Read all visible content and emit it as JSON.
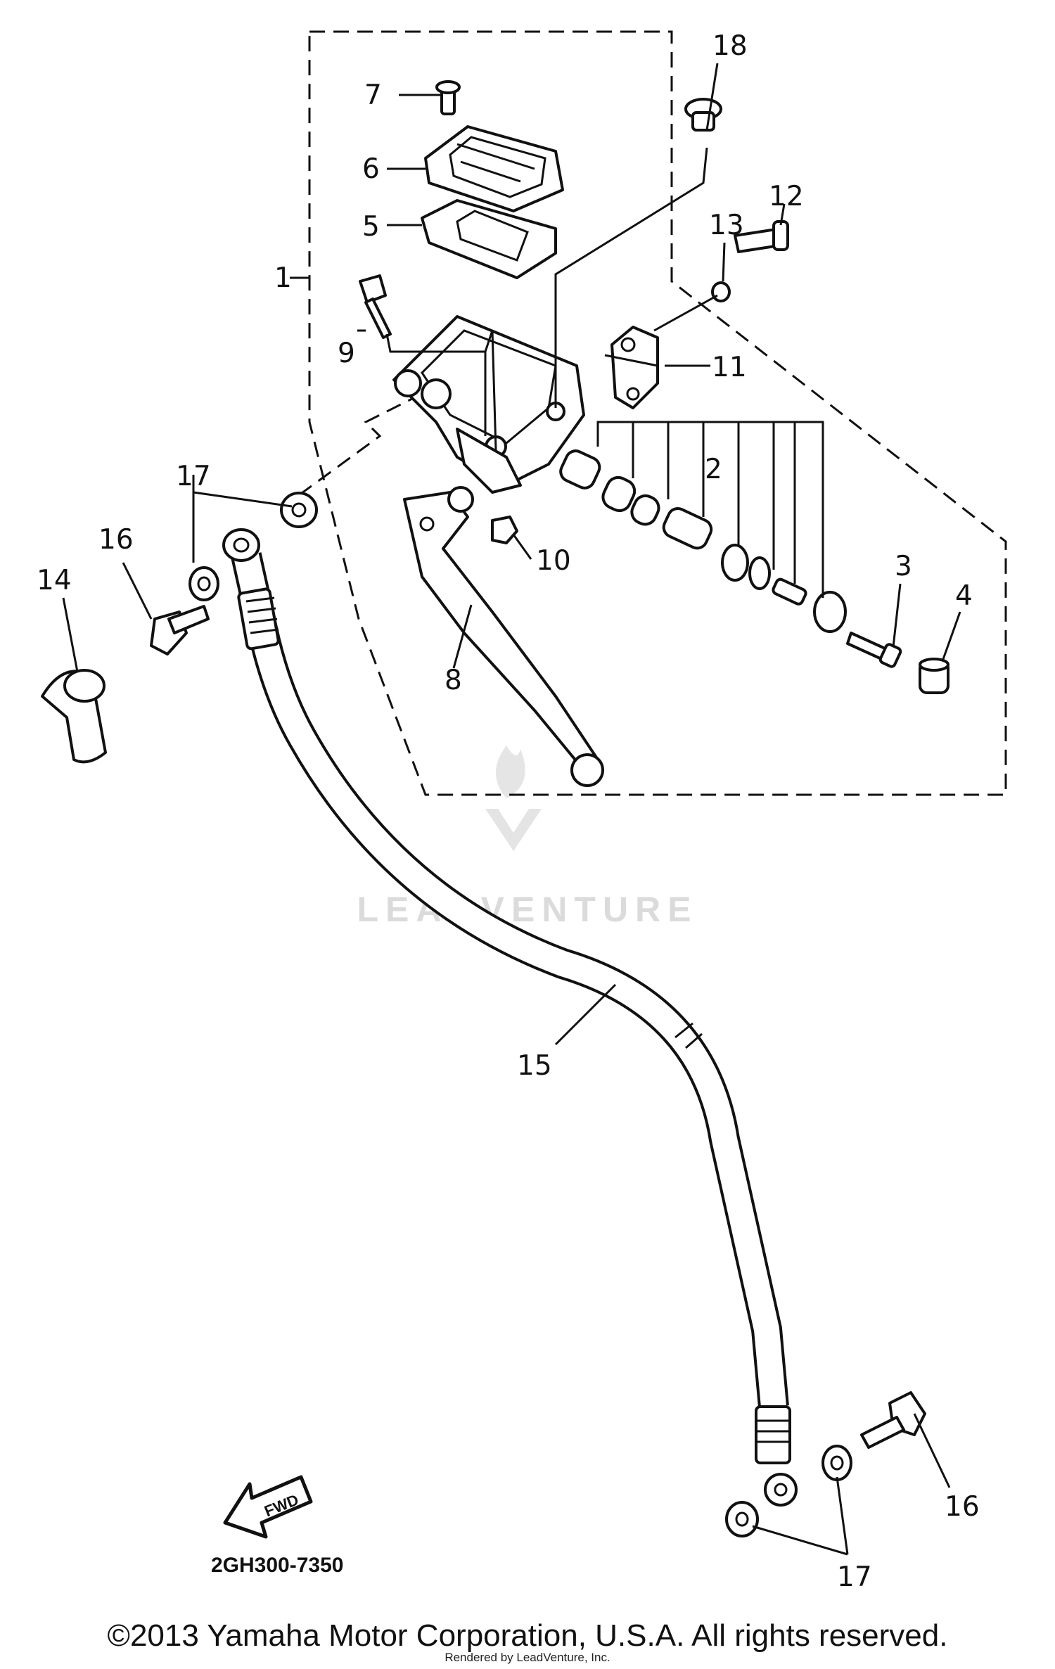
{
  "callouts": {
    "c1": "1",
    "c2": "2",
    "c3": "3",
    "c4": "4",
    "c5": "5",
    "c6": "6",
    "c7": "7",
    "c8": "8",
    "c9": "9",
    "c10": "10",
    "c11": "11",
    "c12": "12",
    "c13": "13",
    "c14": "14",
    "c15": "15",
    "c16a": "16",
    "c16b": "16",
    "c17a": "17",
    "c17b": "17",
    "c18": "18"
  },
  "arrow_label": "FWD",
  "diagram_code": "2GH300-7350",
  "copyright": "©2013 Yamaha Motor Corporation, U.S.A. All rights reserved.",
  "rendered_by": "Rendered by LeadVenture, Inc.",
  "watermark": "LEADVENTURE",
  "colors": {
    "ink": "#111111",
    "background": "#ffffff",
    "watermark": "#d8d8d8"
  }
}
